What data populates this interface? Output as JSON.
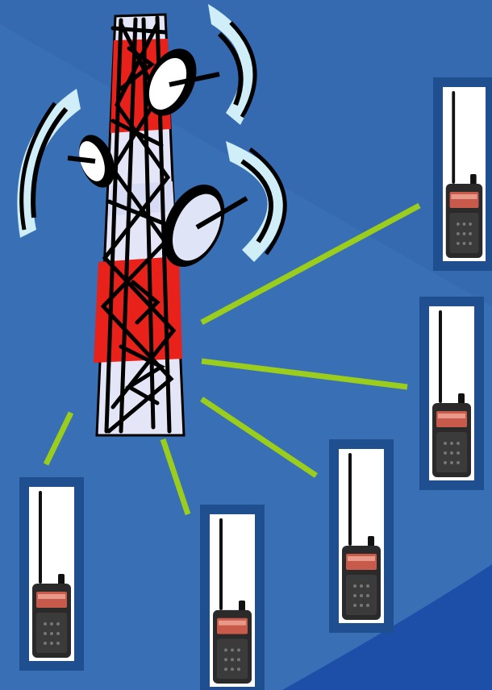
{
  "diagram": {
    "background_color": "#3569b0",
    "background_highlight": "#4a80c4",
    "corner_color": "#1e4fa8",
    "link_color": "#9acd1c",
    "frame_color": "#1f4f8e",
    "tower": {
      "icon": "radio-tower-icon",
      "stripe_color": "#e8211b",
      "body_color": "#e4e6f8",
      "dish_color": "#ffffff",
      "wave_color": "#cfeef8"
    },
    "radios": [
      {
        "id": "radio-1",
        "icon": "walkie-talkie-icon"
      },
      {
        "id": "radio-2",
        "icon": "walkie-talkie-icon"
      },
      {
        "id": "radio-3",
        "icon": "walkie-talkie-icon"
      },
      {
        "id": "radio-4",
        "icon": "walkie-talkie-icon"
      },
      {
        "id": "radio-5",
        "icon": "walkie-talkie-icon"
      }
    ]
  }
}
